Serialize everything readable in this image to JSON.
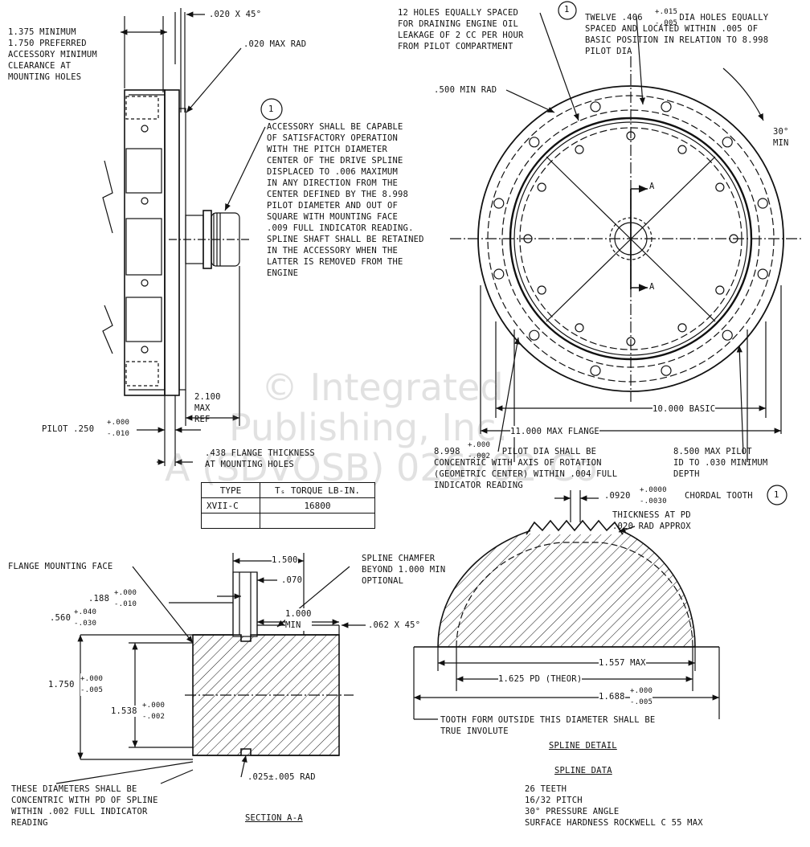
{
  "top_left": {
    "chamfer_note": ".020 x 45°",
    "min_clearance": "1.375 MINIMUM\n1.750 PREFERRED\nACCESSORY MINIMUM\nCLEARANCE AT\nMOUNTING HOLES",
    "max_rad": ".020 MAX RAD",
    "callout_num": "1",
    "accessory_note": "ACCESSORY SHALL BE CAPABLE\nOF SATISFACTORY OPERATION\nWITH THE PITCH DIAMETER\nCENTER OF THE DRIVE SPLINE\nDISPLACED TO .006 MAXIMUM\nIN ANY DIRECTION FROM THE\nCENTER DEFINED BY THE 8.998\nPILOT DIAMETER AND OUT OF\nSQUARE WITH MOUNTING FACE\n.009 FULL INDICATOR READING.\nSPLINE SHAFT SHALL BE RETAINED\nIN THE ACCESSORY WHEN THE\nLATTER IS REMOVED FROM THE\nENGINE",
    "dim_2100": "2.100\nMAX\nREF",
    "pilot_label": "PILOT .250",
    "pilot_tol": "+.000\n-.010",
    "flange_thickness": ".438 FLANGE THICKNESS\nAT MOUNTING HOLES"
  },
  "top_right": {
    "holes_note": "12 HOLES EQUALLY SPACED\nFOR DRAINING ENGINE OIL\nLEAKAGE OF 2 CC PER HOUR\nFROM PILOT COMPARTMENT",
    "callout_num": "1",
    "twelve_holes": "TWELVE .406",
    "twelve_tol": "+.015\n-.005",
    "twelve_rest": "DIA HOLES EQUALLY\nSPACED AND LOCATED WITHIN .005 OF\nBASIC POSITION IN RELATION TO 8.998\nPILOT DIA",
    "min_rad": ".500 MIN RAD",
    "angle": "30°\nMIN",
    "section_a": "A",
    "basic": "10.000 BASIC",
    "max_flange": "11.000 MAX FLANGE",
    "pilot_dia": "8.998",
    "pilot_dia_tol": "+.000\n-.002",
    "pilot_dia_note": "PILOT DIA SHALL BE\nCONCENTRIC WITH AXIS OF ROTATION\n(GEOMETRIC CENTER) WITHIN .004 FULL\nINDICATOR READING",
    "max_pilot": "8.500 MAX PILOT\nID TO .030 MINIMUM\nDEPTH"
  },
  "torque_table": {
    "col1": "TYPE",
    "col2": "Tₛ TORQUE LB-IN.",
    "type": "XVII-C",
    "torque": "16800"
  },
  "section": {
    "flange_face": "FLANGE MOUNTING FACE",
    "dim_1500": "1.500",
    "spline_chamfer": "SPLINE CHAMFER\nBEYOND 1.000 MIN\nOPTIONAL",
    "dim_070": ".070",
    "dim_188": ".188",
    "dim_188_tol": "+.000\n-.010",
    "dim_560": ".560",
    "dim_560_tol": "+.040\n-.030",
    "dim_1000": "1.000\nMIN",
    "chamfer_062": ".062 x 45°",
    "dim_1750": "1.750",
    "dim_1750_tol": "+.000\n-.005",
    "dim_1538": "1.538",
    "dim_1538_tol": "+.000\n-.002",
    "rad_025": ".025±.005 RAD",
    "concentric_note": "THESE DIAMETERS SHALL BE\nCONCENTRIC WITH PD OF SPLINE\nWITHIN .002 FULL INDICATOR\nREADING",
    "title": "SECTION A-A"
  },
  "spline": {
    "tooth": ".0920",
    "tooth_tol": "+.0000\n-.0030",
    "chordal": "CHORDAL TOOTH",
    "callout_num": "1",
    "thickness": "THICKNESS AT PD\n.020 RAD APPROX",
    "max_1557": "1.557 MAX",
    "pd": "1.625 PD (THEOR)",
    "dim_1688": "1.688",
    "dim_1688_tol": "+.000\n-.005",
    "tooth_form": "TOOTH FORM OUTSIDE THIS DIAMETER SHALL BE\nTRUE INVOLUTE",
    "detail_title": "SPLINE DETAIL",
    "data_title": "SPLINE DATA",
    "data": "26 TEETH\n16/32 PITCH\n30° PRESSURE ANGLE\nSURFACE HARDNESS ROCKWELL C 55 MAX"
  },
  "watermark": {
    "line1": "© Integrated",
    "line2": "Publishing, Inc.",
    "line3": "A (SDVOSB) 026702 Co"
  }
}
